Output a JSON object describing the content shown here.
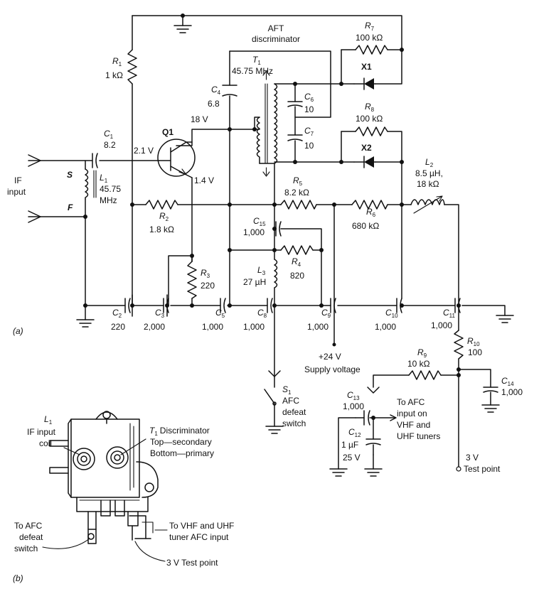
{
  "header": {
    "discriminator_title_1": "AFT",
    "discriminator_title_2": "discriminator"
  },
  "components": {
    "r1": {
      "sym": "R",
      "sub": "1",
      "value": "1 kΩ"
    },
    "r2": {
      "sym": "R",
      "sub": "2",
      "value": "1.8 kΩ"
    },
    "r3": {
      "sym": "R",
      "sub": "3",
      "value": "220"
    },
    "r4": {
      "sym": "R",
      "sub": "4",
      "value": "820"
    },
    "r5": {
      "sym": "R",
      "sub": "5",
      "value": "8.2 kΩ"
    },
    "r6": {
      "sym": "R",
      "sub": "6",
      "value": "680 kΩ"
    },
    "r7": {
      "sym": "R",
      "sub": "7",
      "value": "100 kΩ"
    },
    "r8": {
      "sym": "R",
      "sub": "8",
      "value": "100 kΩ"
    },
    "r9": {
      "sym": "R",
      "sub": "9",
      "value": "10 kΩ"
    },
    "r10": {
      "sym": "R",
      "sub": "10",
      "value": "100"
    },
    "c1": {
      "sym": "C",
      "sub": "1",
      "value": "8.2"
    },
    "c2": {
      "sym": "C",
      "sub": "2",
      "value": "220"
    },
    "c3": {
      "sym": "C",
      "sub": "3",
      "value": "2,000"
    },
    "c4": {
      "sym": "C",
      "sub": "4",
      "value": "6.8"
    },
    "c5": {
      "sym": "C",
      "sub": "5",
      "value": "1,000"
    },
    "c6": {
      "sym": "C",
      "sub": "6",
      "value": "10"
    },
    "c7": {
      "sym": "C",
      "sub": "7",
      "value": "10"
    },
    "c8": {
      "sym": "C",
      "sub": "8",
      "value": "1,000"
    },
    "c9": {
      "sym": "C",
      "sub": "9",
      "value": "1,000"
    },
    "c10": {
      "sym": "C",
      "sub": "10",
      "value": "1,000"
    },
    "c11": {
      "sym": "C",
      "sub": "11",
      "value": "1,000"
    },
    "c12": {
      "sym": "C",
      "sub": "12",
      "value1": "1 µF",
      "value2": "25 V"
    },
    "c13": {
      "sym": "C",
      "sub": "13",
      "value": "1,000"
    },
    "c14": {
      "sym": "C",
      "sub": "14",
      "value": "1,000"
    },
    "c15": {
      "sym": "C",
      "sub": "15",
      "value": "1,000"
    },
    "t1": {
      "sym": "T",
      "sub": "1",
      "value": "45.75 MHz"
    },
    "l1": {
      "sym": "L",
      "sub": "1",
      "value1": "45.75",
      "value2": "MHz"
    },
    "l2": {
      "sym": "L",
      "sub": "2",
      "value1": "8.5 µH,",
      "value2": "18 kΩ"
    },
    "l3": {
      "sym": "L",
      "sub": "3",
      "value": "27 µH"
    },
    "q1": {
      "label": "Q1",
      "v_collector": "18 V",
      "v_base": "2.1 V",
      "v_emitter": "1.4 V"
    },
    "x1": {
      "label": "X1"
    },
    "x2": {
      "label": "X2"
    },
    "s1": {
      "sym": "S",
      "sub": "1",
      "line1": "AFC",
      "line2": "defeat",
      "line3": "switch"
    }
  },
  "labels": {
    "if_input_1": "IF",
    "if_input_2": "input",
    "pin_s": "S",
    "pin_f": "F",
    "supply_1": "+24 V",
    "supply_2": "Supply voltage",
    "afc_1": "To AFC",
    "afc_2": "input on",
    "afc_3": "VHF and",
    "afc_4": "UHF tuners",
    "test_1": "3 V",
    "test_2": "Test point",
    "part_a": "(a)",
    "part_b": "(b)"
  },
  "figure_b": {
    "l1_sym": "L",
    "l1_sub": "1",
    "l1_line1": "IF input",
    "l1_line2": "coil",
    "t1_sym": "T",
    "t1_sub": "1",
    "t1_line1": "Discriminator",
    "t1_line2": "Top—secondary",
    "t1_line3": "Bottom—primary",
    "afc_defeat_1": "To AFC",
    "afc_defeat_2": "defeat",
    "afc_defeat_3": "switch",
    "tuner_1": "To VHF and  UHF",
    "tuner_2": "tuner AFC input",
    "test_point": "3 V Test point"
  }
}
